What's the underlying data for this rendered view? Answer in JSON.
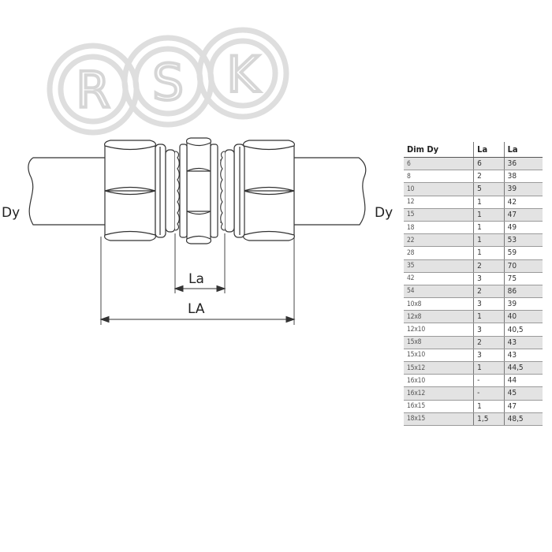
{
  "logo": {
    "letters": [
      "R",
      "S",
      "K"
    ],
    "color": "#dedede"
  },
  "diagram": {
    "left_label": "Dy",
    "right_label": "Dy",
    "inner_dimension_label": "La",
    "overall_dimension_label": "LA",
    "line_color": "#333333"
  },
  "table": {
    "headers": [
      "Dim Dy",
      "La",
      "La"
    ],
    "rows": [
      [
        "6",
        "6",
        "36"
      ],
      [
        "8",
        "2",
        "38"
      ],
      [
        "10",
        "5",
        "39"
      ],
      [
        "12",
        "1",
        "42"
      ],
      [
        "15",
        "1",
        "47"
      ],
      [
        "18",
        "1",
        "49"
      ],
      [
        "22",
        "1",
        "53"
      ],
      [
        "28",
        "1",
        "59"
      ],
      [
        "35",
        "2",
        "70"
      ],
      [
        "42",
        "3",
        "75"
      ],
      [
        "54",
        "2",
        "86"
      ],
      [
        "10x8",
        "3",
        "39"
      ],
      [
        "12x8",
        "1",
        "40"
      ],
      [
        "12x10",
        "3",
        "40,5"
      ],
      [
        "15x8",
        "2",
        "43"
      ],
      [
        "15x10",
        "3",
        "43"
      ],
      [
        "15x12",
        "1",
        "44,5"
      ],
      [
        "16x10",
        "-",
        "44"
      ],
      [
        "16x12",
        "-",
        "45"
      ],
      [
        "16x15",
        "1",
        "47"
      ],
      [
        "18x15",
        "1,5",
        "48,5"
      ]
    ],
    "stripe_color": "#e3e3e3"
  }
}
